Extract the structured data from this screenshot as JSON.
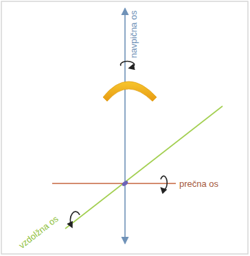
{
  "diagram": {
    "labels": [
      "navpična os",
      "prečna os",
      "vzdolžna os"
    ]
  }
}
